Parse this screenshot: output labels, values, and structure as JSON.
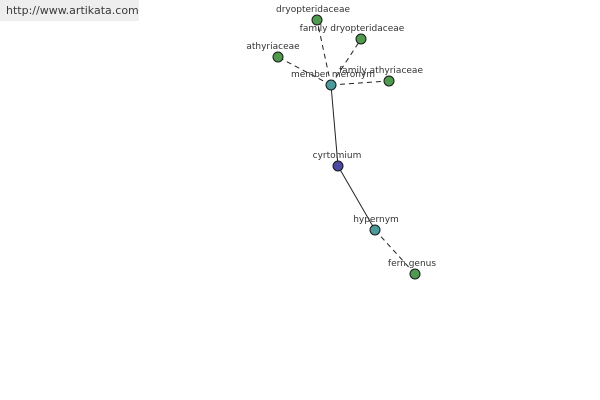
{
  "watermark": "http://www.artikata.com",
  "colors": {
    "center": "#4a4aa0",
    "relation": "#4b9a9c",
    "leaf": "#4e9a4e"
  },
  "nodes": [
    {
      "id": "cyrtomium",
      "label": "cyrtomium",
      "kind": "center"
    },
    {
      "id": "member_meronym",
      "label": "member meronym",
      "kind": "relation"
    },
    {
      "id": "hypernym",
      "label": "hypernym",
      "kind": "relation"
    },
    {
      "id": "dryopteridaceae",
      "label": "dryopteridaceae",
      "kind": "leaf"
    },
    {
      "id": "family_dryopteridaceae",
      "label": "family dryopteridaceae",
      "kind": "leaf"
    },
    {
      "id": "athyriaceae",
      "label": "athyriaceae",
      "kind": "leaf"
    },
    {
      "id": "family_athyriaceae",
      "label": "family athyriaceae",
      "kind": "leaf"
    },
    {
      "id": "fern_genus",
      "label": "fern genus",
      "kind": "leaf"
    }
  ],
  "edges": [
    {
      "from": "cyrtomium",
      "to": "member_meronym",
      "style": "solid"
    },
    {
      "from": "cyrtomium",
      "to": "hypernym",
      "style": "solid"
    },
    {
      "from": "member_meronym",
      "to": "dryopteridaceae",
      "style": "dashed"
    },
    {
      "from": "member_meronym",
      "to": "family_dryopteridaceae",
      "style": "dashed"
    },
    {
      "from": "member_meronym",
      "to": "athyriaceae",
      "style": "dashed"
    },
    {
      "from": "member_meronym",
      "to": "family_athyriaceae",
      "style": "dashed"
    },
    {
      "from": "hypernym",
      "to": "fern_genus",
      "style": "dashed"
    }
  ]
}
